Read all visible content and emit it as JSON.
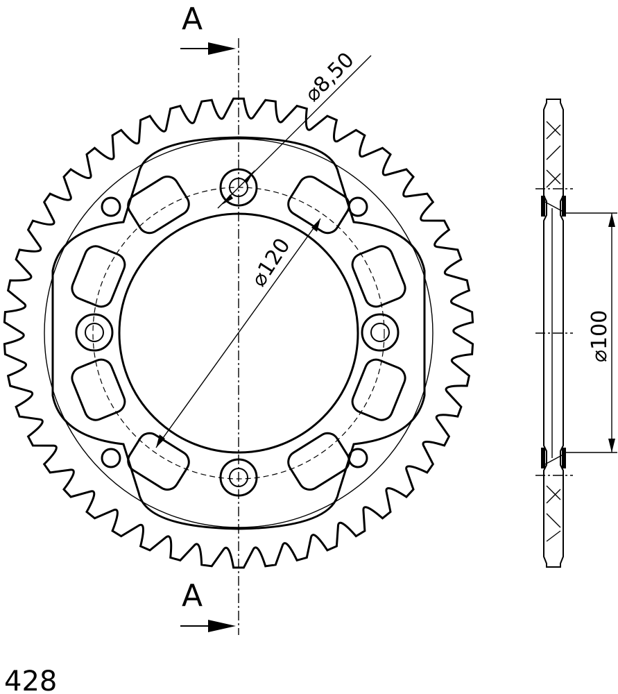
{
  "section_marks": {
    "top": "A",
    "bottom": "A"
  },
  "dimensions": {
    "bolt_hole": "8,50",
    "bolt_circle": "120",
    "center_bore": "100"
  },
  "diameter_symbol": "⌀",
  "chain_pitch": "428",
  "sprocket": {
    "teeth": 46,
    "bolt_holes": 4,
    "auxiliary_holes": 4,
    "lightening_pockets": 8
  }
}
